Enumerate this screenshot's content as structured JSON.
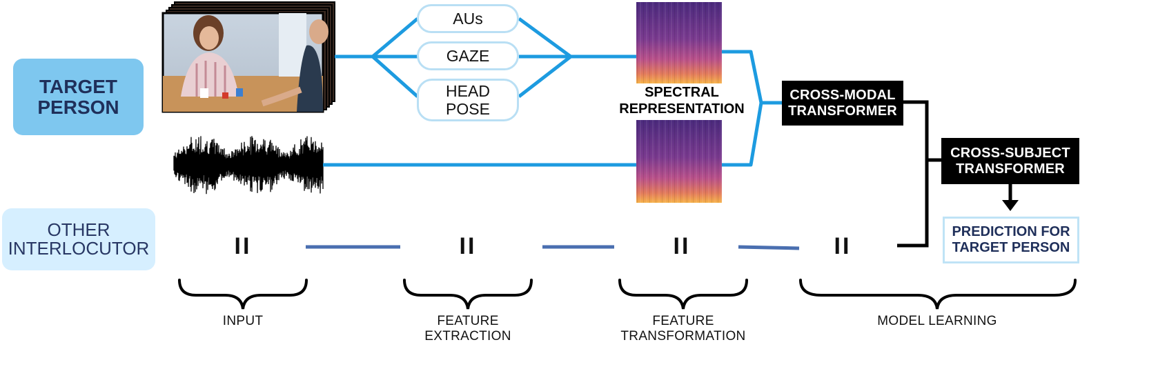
{
  "roles": {
    "target_line1": "TARGET",
    "target_line2": "PERSON",
    "other_line1": "OTHER",
    "other_line2": "INTERLOCUTOR"
  },
  "features": {
    "aus": "AUs",
    "gaze": "GAZE",
    "head_pose_line1": "HEAD",
    "head_pose_line2": "POSE"
  },
  "spectral": {
    "line1": "SPECTRAL",
    "line2": "REPRESENTATION"
  },
  "models": {
    "cross_modal_line1": "CROSS-MODAL",
    "cross_modal_line2": "TRANSFORMER",
    "cross_subject_line1": "CROSS-SUBJECT",
    "cross_subject_line2": "TRANSFORMER",
    "prediction_line1": "PREDICTION FOR",
    "prediction_line2": "TARGET PERSON"
  },
  "equals": "II",
  "stages": {
    "input": "INPUT",
    "feature_extraction_line1": "FEATURE",
    "feature_extraction_line2": "EXTRACTION",
    "feature_transformation_line1": "FEATURE",
    "feature_transformation_line2": "TRANSFORMATION",
    "model_learning": "MODEL LEARNING"
  },
  "colors": {
    "target_connector": "#1d9be0",
    "other_connector": "#4a6fb0",
    "target_role": "#7ec7ef",
    "other_role": "#d6efff",
    "model_box": "#000000"
  },
  "icons": {
    "video": "video-frames-icon",
    "audio": "audio-waveform-icon",
    "spectrogram": "spectrogram-icon"
  }
}
